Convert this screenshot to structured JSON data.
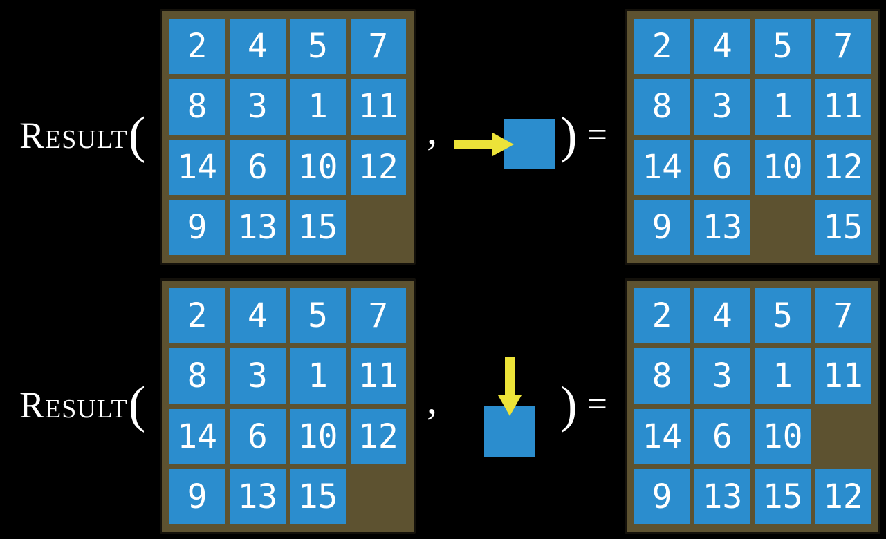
{
  "colors": {
    "background": "#000000",
    "tile_blue": "#2b8dce",
    "board_brown": "#5d5230",
    "arrow_yellow": "#ece339",
    "text_white": "#ffffff"
  },
  "equation_rows": [
    {
      "function_name": "Result",
      "open_paren": "(",
      "separator": ",",
      "close_paren": ")",
      "equals": "=",
      "move_direction": "right",
      "input_board": {
        "rows": [
          [
            "2",
            "4",
            "5",
            "7"
          ],
          [
            "8",
            "3",
            "1",
            "11"
          ],
          [
            "14",
            "6",
            "10",
            "12"
          ],
          [
            "9",
            "13",
            "15",
            ""
          ]
        ]
      },
      "output_board": {
        "rows": [
          [
            "2",
            "4",
            "5",
            "7"
          ],
          [
            "8",
            "3",
            "1",
            "11"
          ],
          [
            "14",
            "6",
            "10",
            "12"
          ],
          [
            "9",
            "13",
            "",
            "15"
          ]
        ]
      }
    },
    {
      "function_name": "Result",
      "open_paren": "(",
      "separator": ",",
      "close_paren": ")",
      "equals": "=",
      "move_direction": "down",
      "input_board": {
        "rows": [
          [
            "2",
            "4",
            "5",
            "7"
          ],
          [
            "8",
            "3",
            "1",
            "11"
          ],
          [
            "14",
            "6",
            "10",
            "12"
          ],
          [
            "9",
            "13",
            "15",
            ""
          ]
        ]
      },
      "output_board": {
        "rows": [
          [
            "2",
            "4",
            "5",
            "7"
          ],
          [
            "8",
            "3",
            "1",
            "11"
          ],
          [
            "14",
            "6",
            "10",
            ""
          ],
          [
            "9",
            "13",
            "15",
            "12"
          ]
        ]
      }
    }
  ]
}
